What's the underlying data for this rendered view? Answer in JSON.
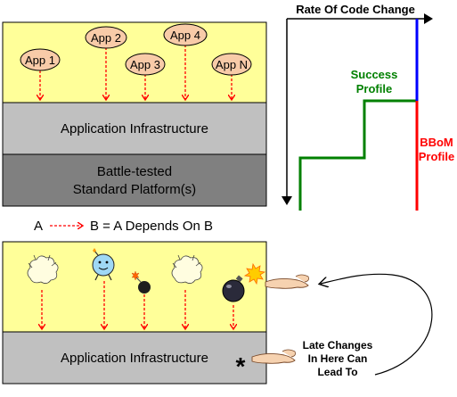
{
  "top_diagram": {
    "apps": [
      "App 1",
      "App 2",
      "App 3",
      "App 4",
      "App N"
    ],
    "infrastructure_label": "Application Infrastructure",
    "platform_line1": "Battle-tested",
    "platform_line2": "Standard Platform(s)"
  },
  "legend": {
    "from": "A",
    "to_text": "B = A Depends On B"
  },
  "rate_chart": {
    "title": "Rate Of Code Change",
    "success_line1": "Success",
    "success_line2": "Profile",
    "bbom_line1": "BBoM",
    "bbom_line2": "Profile"
  },
  "bottom_diagram": {
    "infrastructure_label": "Application Infrastructure",
    "asterisk": "*",
    "note_line1": "Late Changes",
    "note_line2": "In Here Can",
    "note_line3": "Lead To"
  },
  "colors": {
    "app_layer": "#ffff99",
    "app_bubble": "#f8cba8",
    "infrastructure": "#c0c0c0",
    "platform": "#808080",
    "dependency_arrow": "#ff0000",
    "success": "#008000",
    "bbom_top": "#0000ff",
    "bbom_bottom": "#ff0000"
  }
}
